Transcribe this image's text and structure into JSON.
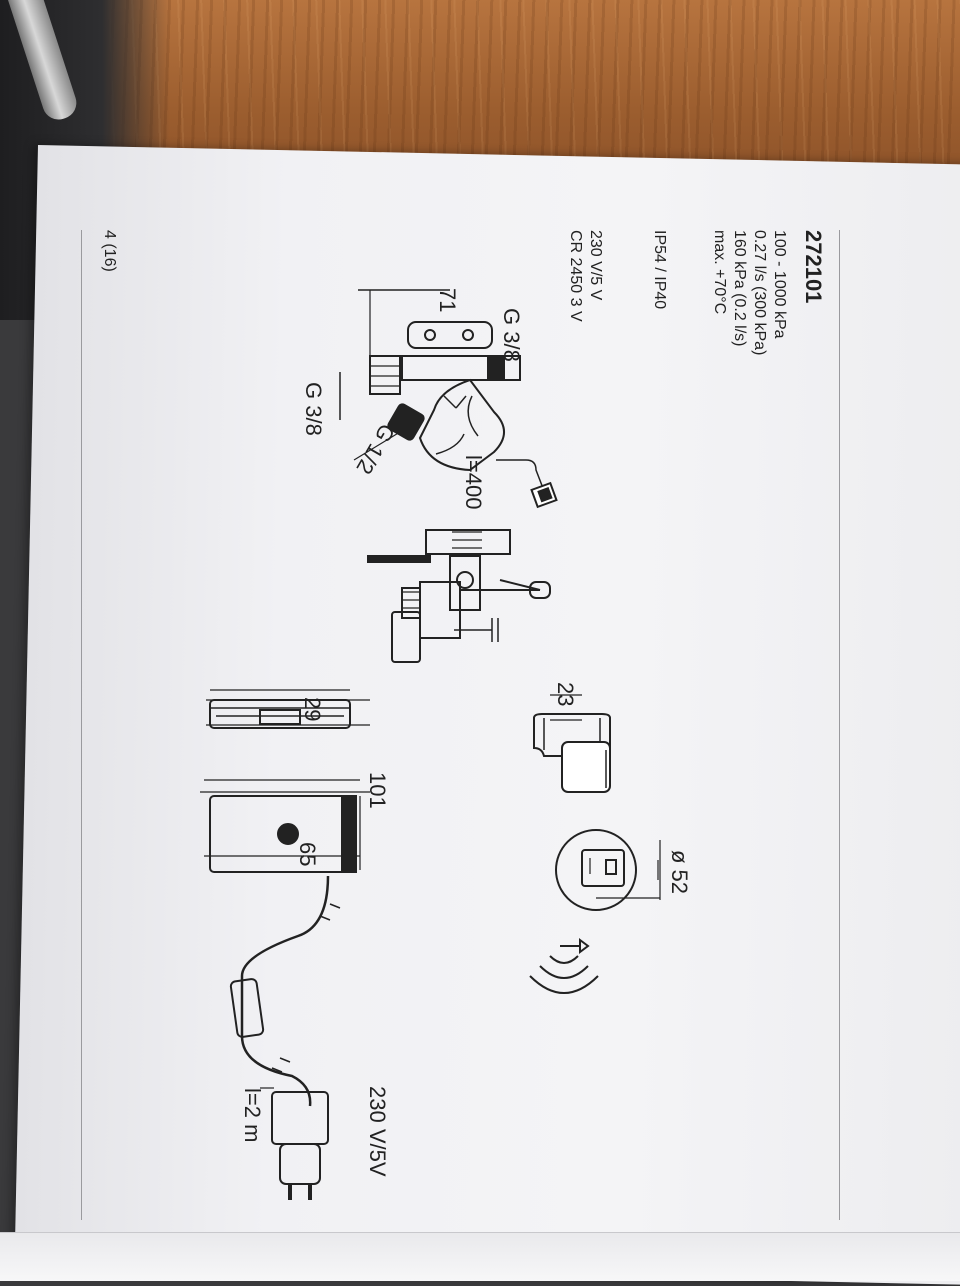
{
  "document": {
    "product_code": "272101",
    "specs": [
      "100 - 1000 kPa",
      "0.27 l/s (300 kPa)",
      "160 kPa (0.2 l/s)",
      "max. +70°C"
    ],
    "protection": "IP54 / IP40",
    "power": [
      "230 V/5 V",
      "CR 2450 3 V"
    ],
    "page_number": "4 (16)"
  },
  "valve_drawing": {
    "width": "71",
    "inlet_top": "G 3/8",
    "inlet_left": "G 3/8",
    "outlet": "G 1/2",
    "cable_length": "l=400"
  },
  "sensor_box": {
    "depth": "29",
    "width": "101",
    "height": "65",
    "cable_length": "l=2 m",
    "adapter_label": "230 V/5V"
  },
  "remote": {
    "thickness": "23",
    "diameter": "ø 52"
  },
  "icons": [
    "wireless-signal-icon",
    "power-plug-icon"
  ]
}
